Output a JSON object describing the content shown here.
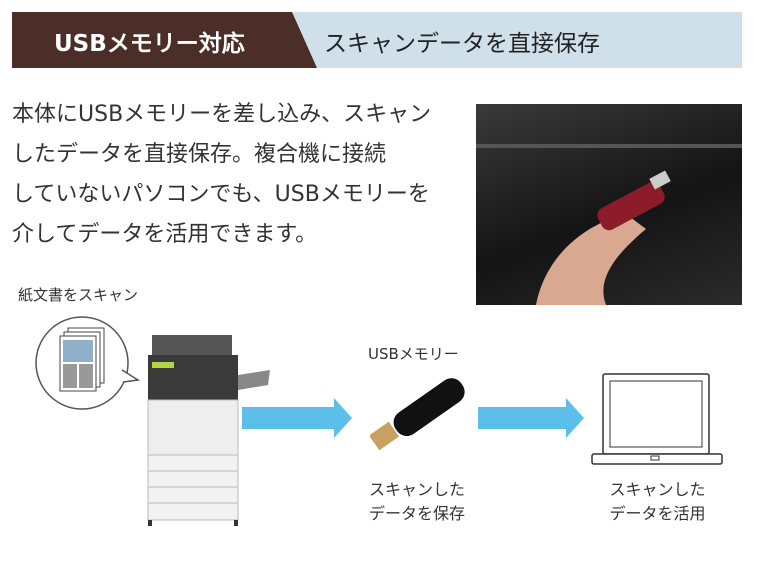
{
  "header": {
    "tag": "USBメモリー対応",
    "title": "スキャンデータを直接保存"
  },
  "body": {
    "lines": [
      "本体にUSBメモリーを差し込み、スキャン",
      "したデータを直接保存。複合機に接続",
      "していないパソコンでも、USBメモリーを",
      "介してデータを活用できます。"
    ]
  },
  "diagram": {
    "scan_label": "紙文書をスキャン",
    "usb_label": "USBメモリー",
    "usb_caption": [
      "スキャンした",
      "データを保存"
    ],
    "pc_caption": [
      "スキャンした",
      "データを活用"
    ],
    "arrow_color": "#5bbfe9"
  },
  "colors": {
    "header_dark": "#4a2e27",
    "header_light": "#cfe0ea"
  }
}
